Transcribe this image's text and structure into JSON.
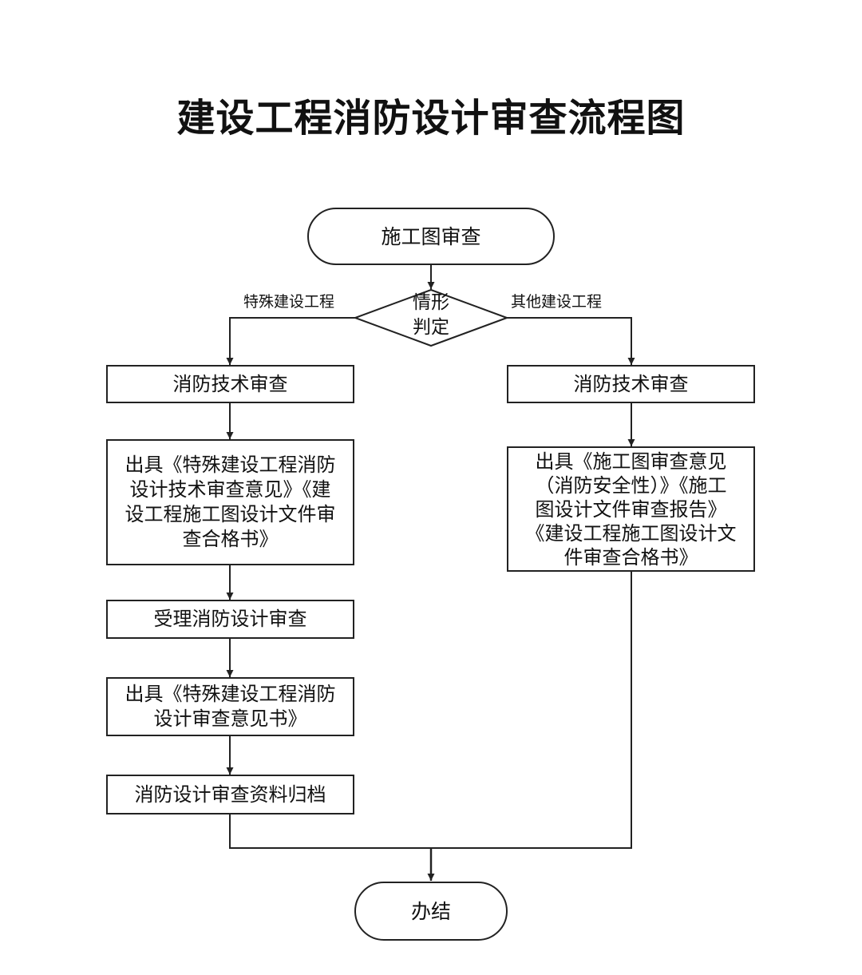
{
  "title": "建设工程消防设计审查流程图",
  "colors": {
    "line": "#222222",
    "background": "#ffffff",
    "text": "#111111"
  },
  "nodes": {
    "start": "施工图审查",
    "decision": "情形\n判定",
    "left_branch_label": "特殊建设工程",
    "right_branch_label": "其他建设工程",
    "left_steps": [
      "消防技术审查",
      "出具《特殊建设工程消防\n设计技术审查意见》《建\n设工程施工图设计文件审\n查合格书》",
      "受理消防设计审查",
      "出具《特殊建设工程消防\n设计审查意见书》",
      "消防设计审查资料归档"
    ],
    "right_steps": [
      "消防技术审查",
      "出具《施工图审查意见\n（消防安全性）》《施工\n图设计文件审查报告》\n《建设工程施工图设计文\n件审查合格书》"
    ],
    "end": "办结"
  }
}
